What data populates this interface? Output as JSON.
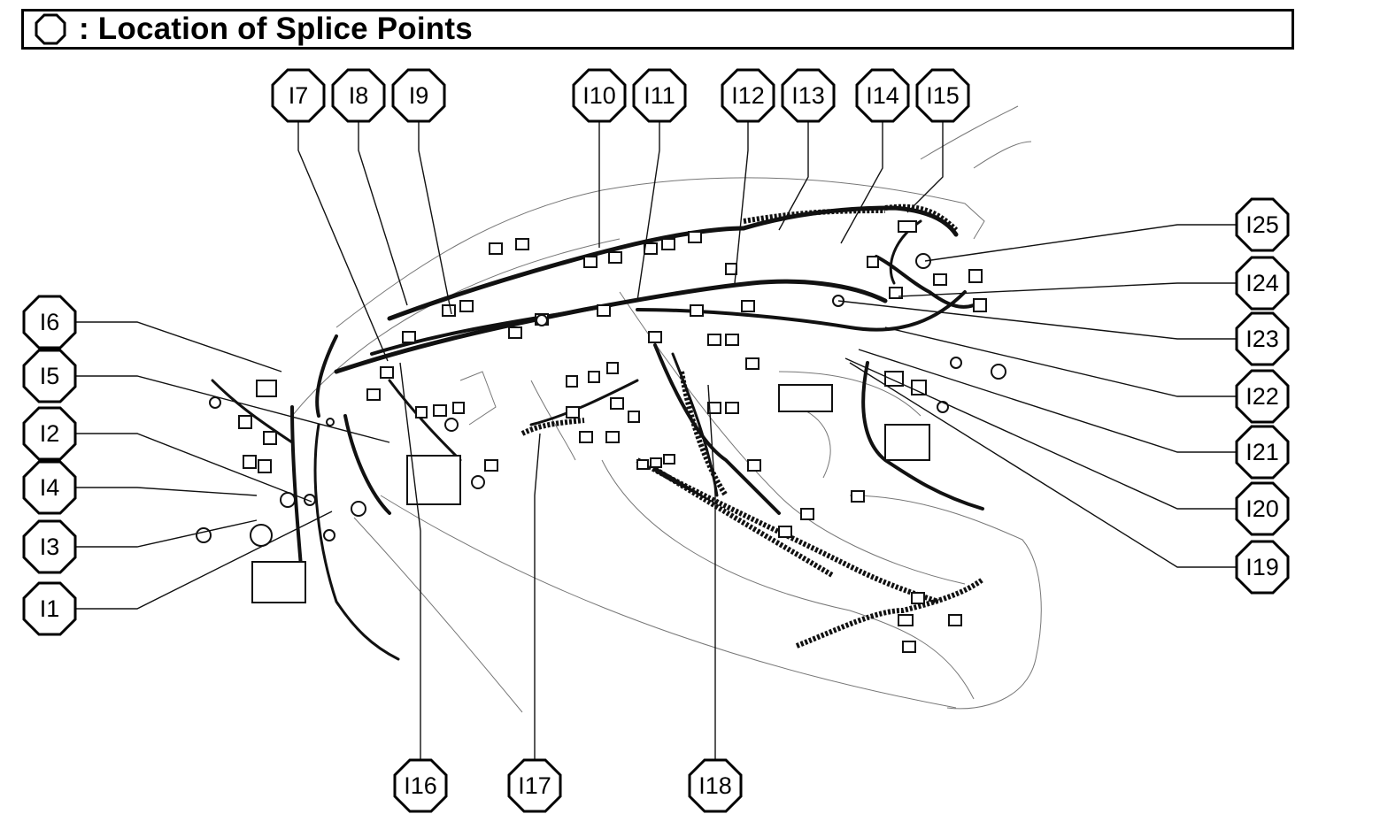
{
  "header": {
    "title": ": Location of Splice Points",
    "symbol_icon": "octagon-outline-icon"
  },
  "splice_points": [
    {
      "id": "I1"
    },
    {
      "id": "I2"
    },
    {
      "id": "I3"
    },
    {
      "id": "I4"
    },
    {
      "id": "I5"
    },
    {
      "id": "I6"
    },
    {
      "id": "I7"
    },
    {
      "id": "I8"
    },
    {
      "id": "I9"
    },
    {
      "id": "I10"
    },
    {
      "id": "I11"
    },
    {
      "id": "I12"
    },
    {
      "id": "I13"
    },
    {
      "id": "I14"
    },
    {
      "id": "I15"
    },
    {
      "id": "I16"
    },
    {
      "id": "I17"
    },
    {
      "id": "I18"
    },
    {
      "id": "I19"
    },
    {
      "id": "I20"
    },
    {
      "id": "I21"
    },
    {
      "id": "I22"
    },
    {
      "id": "I23"
    },
    {
      "id": "I24"
    },
    {
      "id": "I25"
    }
  ],
  "illustration": "instrument-panel-wire-harness-drawing",
  "colors": {
    "ink": "#000000",
    "paper": "#ffffff"
  }
}
